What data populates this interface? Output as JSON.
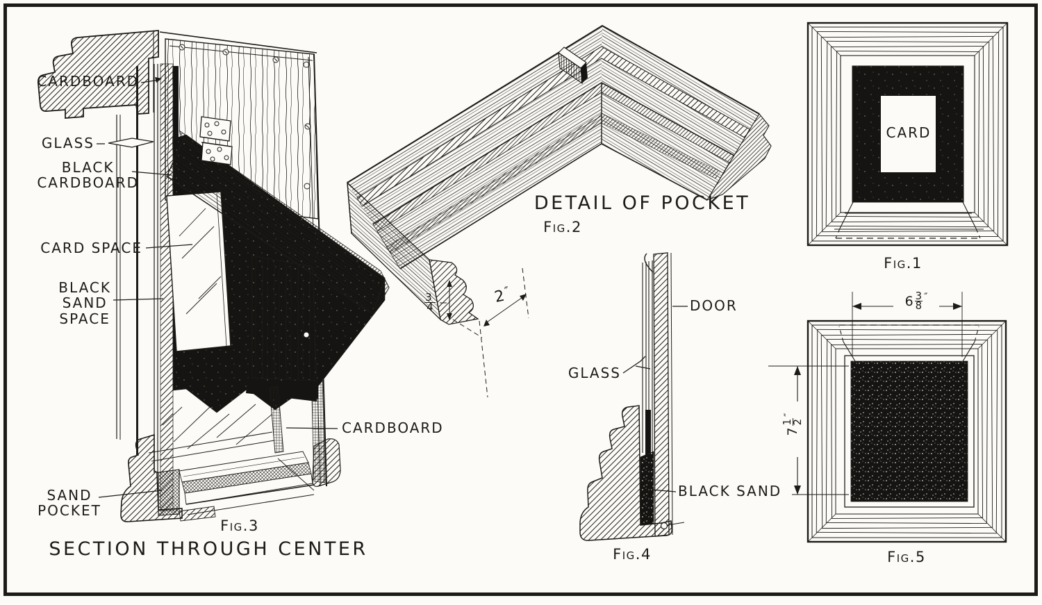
{
  "colors": {
    "ink": "#1d1b17",
    "paper": "#fcfbf8",
    "black_fill": "#161412"
  },
  "fig1": {
    "caption": "Fig.1",
    "card_label": "CARD"
  },
  "fig2": {
    "title": "DETAIL OF POCKET",
    "caption": "Fig.2",
    "dim_thickness": {
      "num": "3",
      "den": "4",
      "unit": "″"
    },
    "dim_width": {
      "value": "2",
      "unit": "″"
    }
  },
  "fig3": {
    "caption": "Fig.3",
    "title": "SECTION THROUGH CENTER",
    "labels": {
      "cardboard_top": "CARDBOARD",
      "glass": "GLASS",
      "black_cardboard": "BLACK\nCARDBOARD",
      "card_space": "CARD SPACE",
      "black_sand_space": "BLACK\nSAND\nSPACE",
      "cardboard_right": "CARDBOARD",
      "sand_pocket": "SAND\nPOCKET"
    }
  },
  "fig4": {
    "caption": "Fig.4",
    "labels": {
      "door": "DOOR",
      "glass": "GLASS",
      "black_sand": "BLACK SAND"
    }
  },
  "fig5": {
    "caption": "Fig.5",
    "dim_width": {
      "whole": "6",
      "num": "3",
      "den": "8",
      "unit": "″"
    },
    "dim_height": {
      "whole": "7",
      "num": "1",
      "den": "2",
      "unit": "″"
    }
  }
}
